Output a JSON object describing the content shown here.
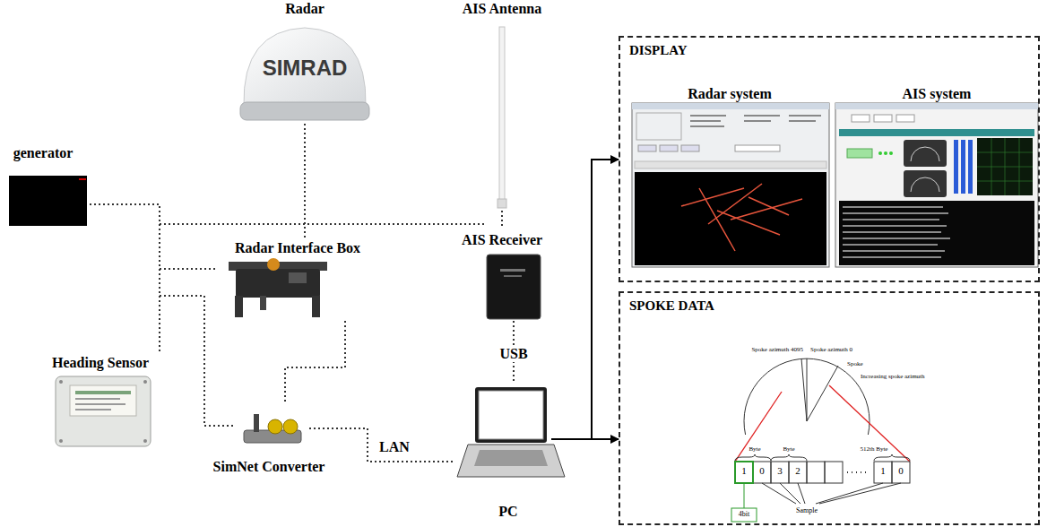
{
  "diagram": {
    "nodes": [
      {
        "text": [
          "Radar",
          "SIMRAD"
        ]
      },
      {
        "text": [
          "AIS Antenna"
        ]
      },
      {
        "text": [
          "DISPLAY"
        ]
      },
      {
        "text": [
          "Radar system"
        ],
        "in": 2
      },
      {
        "text": [
          "AIS system"
        ],
        "in": 2
      },
      {
        "text": [
          "generator"
        ]
      },
      {
        "text": [
          "Radar Interface Box"
        ]
      },
      {
        "text": [
          "AIS Receiver"
        ]
      },
      {
        "text": [
          "SPOKE DATA"
        ]
      },
      {
        "text": [
          "Heading Sensor"
        ]
      },
      {
        "text": [
          "SimNet Converter"
        ]
      },
      {
        "text": [
          "PC"
        ]
      }
    ],
    "edges": [
      {
        "from": 0,
        "to": 6,
        "arrow": "none"
      },
      {
        "from": 5,
        "to": 6,
        "arrow": "none"
      },
      {
        "from": 5,
        "to": 9,
        "arrow": "none"
      },
      {
        "from": 5,
        "to": 10,
        "arrow": "none"
      },
      {
        "from": 6,
        "to": 10,
        "arrow": "none"
      },
      {
        "from": 10,
        "to": 11,
        "label": "LAN",
        "arrow": "none"
      },
      {
        "from": 1,
        "to": 7,
        "arrow": "none"
      },
      {
        "from": 7,
        "to": 11,
        "label": "USB",
        "arrow": "none"
      },
      {
        "from": 11,
        "to": 2,
        "arrow": "to"
      },
      {
        "from": 11,
        "to": 8,
        "arrow": "to"
      }
    ],
    "labels": [
      "Spoke azimuth 4095",
      "Spoke azimuth 0",
      "Spoke",
      "Increasing spoke azimuth",
      "Byte",
      "Byte",
      "512th Byte",
      "1",
      "0",
      "3",
      "2",
      "1",
      "0",
      "Sample",
      "4bit"
    ]
  }
}
